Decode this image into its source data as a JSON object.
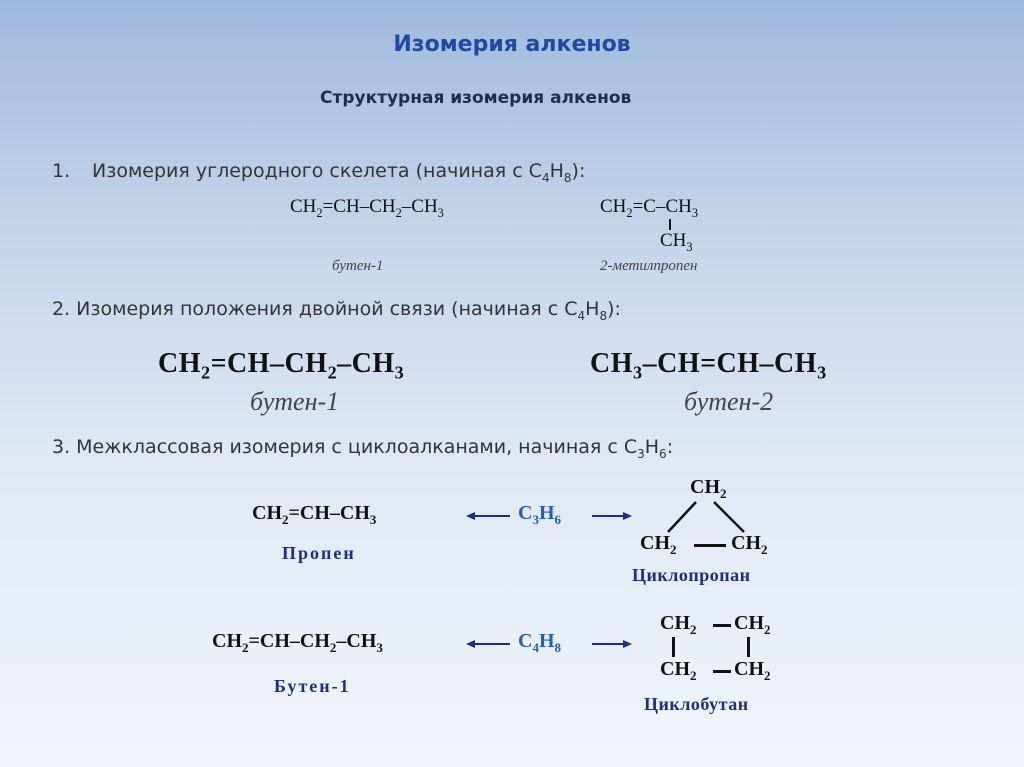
{
  "slide": {
    "title": "Изомерия алкенов",
    "subtitle": "Структурная изомерия алкенов"
  },
  "section1": {
    "number": "1.",
    "text": "Изомерия углеродного скелета (начиная с C",
    "sub1": "4",
    "mid": "H",
    "sub2": "8",
    "end": "):",
    "butene1": {
      "p1": "CH",
      "s1": "2",
      "p2": "=CH–CH",
      "s2": "2",
      "p3": "–CH",
      "s3": "3",
      "name": "бутен-1"
    },
    "methylpropene": {
      "p1": "CH",
      "s1": "2",
      "p2": "=C–CH",
      "s2": "3",
      "branch": "CH",
      "branch_sub": "3",
      "name": "2-метилпропен"
    }
  },
  "section2": {
    "text": "2. Изомерия положения двойной связи (начиная с C",
    "sub1": "4",
    "mid": "H",
    "sub2": "8",
    "end": "):",
    "butene1": {
      "p1": "CH",
      "s1": "2",
      "p2": "=CH–CH",
      "s2": "2",
      "p3": "–CH",
      "s3": "3",
      "name": "бутен-1"
    },
    "butene2": {
      "p1": "CH",
      "s1": "3",
      "p2": "–CH=CH–CH",
      "s2": "3",
      "name": "бутен-2"
    }
  },
  "section3": {
    "text": "3. Межклассовая изомерия с циклоалканами, начиная с C",
    "sub1": "3",
    "mid": "H",
    "sub2": "6",
    "end": ":",
    "propene": {
      "p1": "CH",
      "s1": "2",
      "p2": "=CH–CH",
      "s2": "3",
      "name": "Пропен"
    },
    "c3h6": {
      "c": "C",
      "s1": "3",
      "h": "H",
      "s2": "6"
    },
    "cyclopropane": {
      "top": "CH",
      "top_sub": "2",
      "left": "CH",
      "left_sub": "2",
      "right": "CH",
      "right_sub": "2",
      "name": "Циклопропан"
    },
    "butene1": {
      "p1": "CH",
      "s1": "2",
      "p2": "=CH–CH",
      "s2": "2",
      "p3": "–CH",
      "s3": "3",
      "name": "Бутен-1"
    },
    "c4h8": {
      "c": "C",
      "s1": "4",
      "h": "H",
      "s2": "8"
    },
    "cyclobutane": {
      "tl": "CH",
      "tl_sub": "2",
      "tr": "CH",
      "tr_sub": "2",
      "bl": "CH",
      "bl_sub": "2",
      "br": "CH",
      "br_sub": "2",
      "name": "Циклобутан"
    }
  }
}
